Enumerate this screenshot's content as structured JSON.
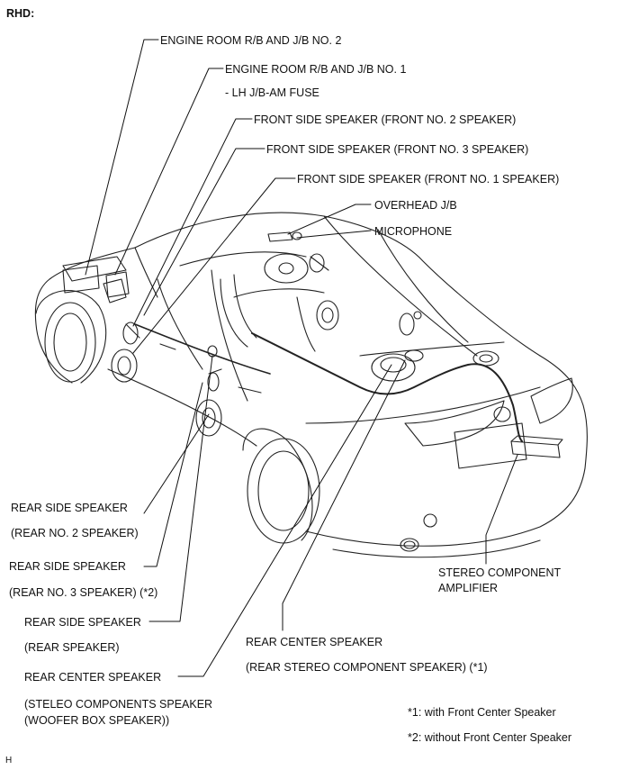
{
  "corner_tag": "RHD:",
  "footer_code": "H",
  "labels": {
    "engine_room_rb_jb2": "ENGINE ROOM R/B AND J/B NO. 2",
    "engine_room_rb_jb1": "ENGINE ROOM R/B AND J/B NO. 1",
    "lh_jb_am_fuse": "- LH J/B-AM FUSE",
    "front_side_speaker_2": "FRONT SIDE SPEAKER  (FRONT NO. 2 SPEAKER)",
    "front_side_speaker_3": "FRONT SIDE SPEAKER  (FRONT NO. 3 SPEAKER)",
    "front_side_speaker_1": "FRONT SIDE SPEAKER  (FRONT NO. 1 SPEAKER)",
    "overhead_jb": "OVERHEAD J/B",
    "microphone": "MICROPHONE",
    "rear_side_speaker_a": "REAR SIDE SPEAKER",
    "rear_no2_speaker": "(REAR NO. 2 SPEAKER)",
    "rear_side_speaker_b": "REAR SIDE SPEAKER",
    "rear_no3_speaker": "(REAR NO. 3 SPEAKER) (*2)",
    "rear_side_speaker_c": "REAR SIDE SPEAKER",
    "rear_speaker": "(REAR SPEAKER)",
    "rear_center_speaker_a": "REAR CENTER SPEAKER",
    "steleo_components_speaker": "(STELEO COMPONENTS SPEAKER",
    "woofer_box_speaker": "(WOOFER BOX SPEAKER))",
    "stereo_component": "STEREO COMPONENT",
    "amplifier": "AMPLIFIER",
    "rear_center_speaker_b": "REAR CENTER SPEAKER",
    "rear_stereo_component_speaker": "(REAR STEREO COMPONENT SPEAKER) (*1)"
  },
  "notes": {
    "note1": "*1: with Front Center Speaker",
    "note2": "*2: without Front Center Speaker"
  }
}
